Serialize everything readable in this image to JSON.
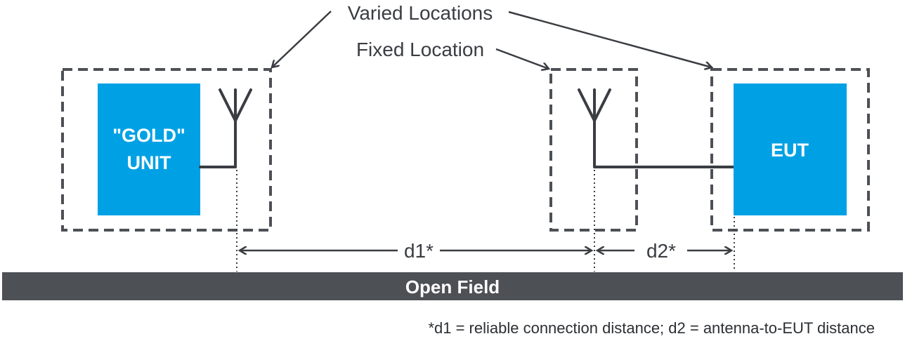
{
  "labels": {
    "varied_locations": "Varied Locations",
    "fixed_location": "Fixed Location"
  },
  "gold_unit": {
    "line1": "\"GOLD\"",
    "line2": "UNIT"
  },
  "eut": {
    "label": "EUT"
  },
  "distances": {
    "d1": "d1*",
    "d2": "d2*"
  },
  "field": {
    "label": "Open Field"
  },
  "footnote": "*d1 = reliable connection distance; d2 = antenna-to-EUT distance",
  "colors": {
    "unit_fill": "#00a1e4",
    "field_fill": "#4d5055",
    "line": "#3a3d42"
  }
}
